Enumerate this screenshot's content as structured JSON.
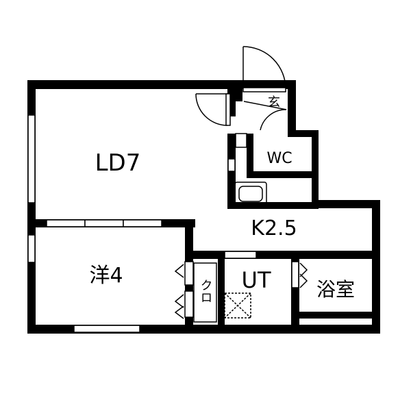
{
  "floorplan": {
    "rooms": {
      "living_dining": "LD7",
      "kitchen": "K2.5",
      "western_room": "洋4",
      "utility": "UT",
      "bathroom": "浴室",
      "toilet": "WC",
      "closet": "クロ",
      "entrance": "玄"
    },
    "fixtures": {
      "kitchen_sink": "sink-icon",
      "washer_space": "washer-pan-icon"
    },
    "colors": {
      "wall": "#000000",
      "background": "#ffffff"
    }
  }
}
